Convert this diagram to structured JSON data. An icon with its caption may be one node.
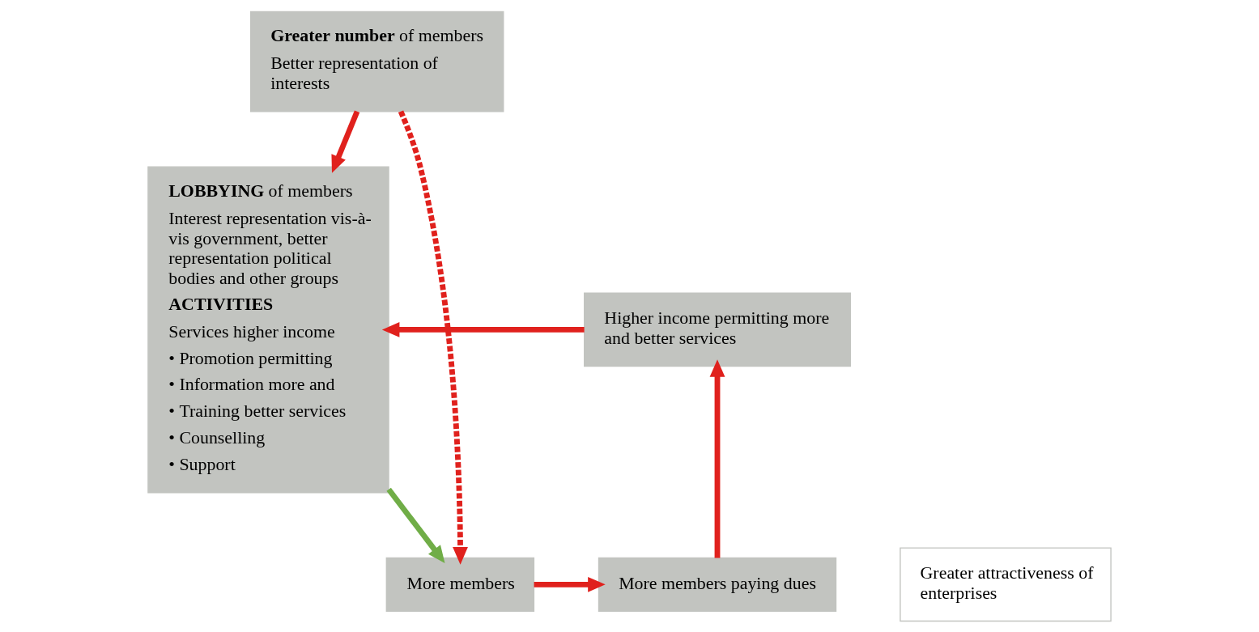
{
  "diagram": {
    "nodes": [
      {
        "text": [
          "**Greater number** of members",
          "Better representation of interests"
        ]
      },
      {
        "text": [
          "**LOBBYING** of members",
          "Interest representation vis-à-vis government, better representation political bodies and other groups",
          "**ACTIVITIES**",
          "Services higher income",
          "• Promotion permitting",
          "• Information more and",
          "• Training better services",
          "• Counselling",
          "• Support"
        ]
      },
      {
        "text": [
          "Higher income permitting more and better services"
        ]
      },
      {
        "text": [
          "More members paying dues"
        ]
      },
      {
        "text": [
          "Greater attractiveness of enterprises"
        ]
      },
      {
        "text": [
          "More members"
        ]
      }
    ],
    "edges": [
      {
        "from": 0,
        "to": 1,
        "arrow": "to"
      },
      {
        "from": 0,
        "to": 5,
        "arrow": "to",
        "style": "dashed"
      },
      {
        "from": 1,
        "to": 5,
        "arrow": "to",
        "color": "#70ad47"
      },
      {
        "from": 5,
        "to": 3,
        "arrow": "to"
      },
      {
        "from": 3,
        "to": 2,
        "arrow": "to"
      },
      {
        "from": 2,
        "to": 1,
        "arrow": "to"
      }
    ]
  }
}
